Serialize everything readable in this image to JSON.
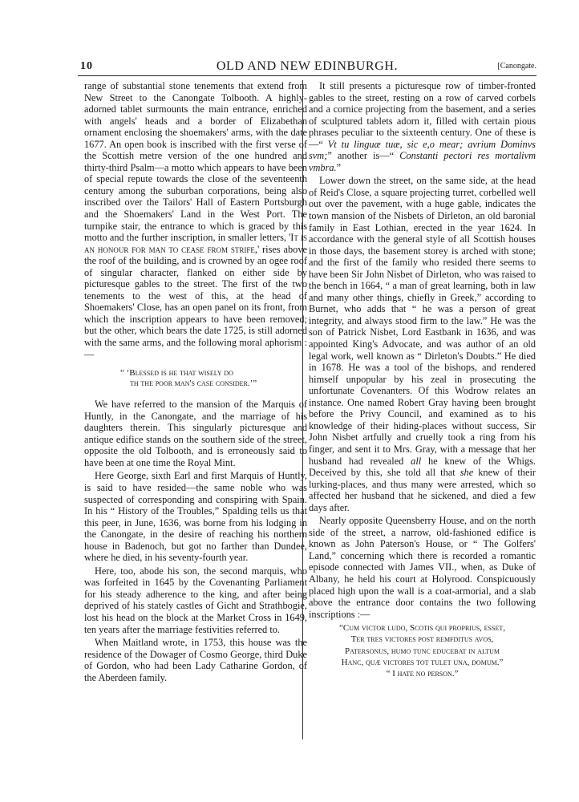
{
  "header": {
    "page_number": "10",
    "running_title": "OLD AND NEW EDINBURGH.",
    "section": "[Canongate."
  },
  "left_column": {
    "p1": "range of substantial stone tenements that extend from New Street to the Canongate Tolbooth. A highly-adorned tablet surmounts the main entrance, enriched with angels' heads and a border of Elizabethan ornament enclosing the shoemakers' arms, with the date 1677. An open book is inscribed with the first verse of the Scottish metre version of the one hundred and thirty-third Psalm—a motto which appears to have been of special repute towards the close of the seventeenth century among the suburban corporations, being also inscribed over the Tailors' Hall of Eastern Portsburgh and the Shoemakers' Land in the West Port. The turnpike stair, the entrance to which is graced by this motto and the further inscription, in smaller letters,",
    "p1_inscription": "'It is an honour for man to cease from strife,'",
    "p1_end": " rises above the roof of the building, and is crowned by an ogee roof of singular character, flanked on either side by picturesque gables to the street. The first of the two tenements to the west of this, at the head of Shoemakers' Close, has an open panel on its front, from which the inscription appears to have been removed; but the other, which bears the date 1725, is still adorned with the same arms, and the following moral aphorism :—",
    "aphorism": [
      "“ ‘Blessed is he that wisely do",
      "th the poor man's case consider.’”"
    ],
    "p2": "We have referred to the mansion of the Marquis of Huntly, in the Canongate, and the marriage of his daughters therein. This singularly picturesque and antique edifice stands on the southern side of the street, opposite the old Tolbooth, and is erroneously said to have been at one time the Royal Mint.",
    "p3": "Here George, sixth Earl and first Marquis of Huntly, is said to have resided—the same noble who was suspected of corresponding and conspiring with Spain. In his “ History of the Troubles,” Spalding tells us that this peer, in June, 1636, was borne from his lodging in the Canongate, in the desire of reaching his northern house in Badenoch, but got no farther than Dundee, where he died, in his seventy-fourth year.",
    "p4": "Here, too, abode his son, the second marquis, who was forfeited in 1645 by the Covenanting Parliament for his steady adherence to the king, and after being deprived of his stately castles of Gicht and Strathbogie, lost his head on the block at the Market Cross in 1649, ten years after the marriage festivities referred to.",
    "p5": "When Maitland wrote, in 1753, this house was the residence of the Dowager of Cosmo George, third Duke of Gordon, who had been Lady Catharine Gordon, of the Aberdeen family."
  },
  "right_column": {
    "p1_start": "It still presents a picturesque row of timber-fronted gables to the street, resting on a row of carved corbels and a cornice projecting from the basement, and a series of sculptured tablets adorn it, filled with certain pious phrases peculiar to the sixteenth century. One of these is—“ ",
    "p1_latin1": "Vt tu linguæ tuæ, sic e,o mear; avrium Dominvs svm;",
    "p1_mid": "” another is—“ ",
    "p1_latin2": "Constanti pectori res mortalivm vmbra.",
    "p1_end": "”",
    "p2": "Lower down the street, on the same side, at the head of Reid's Close, a square projecting turret, corbelled well out over the pavement, with a huge gable, indicates the town mansion of the Nisbets of Dirleton, an old baronial family in East Lothian, erected in the year 1624. In accordance with the general style of all Scottish houses in those days, the basement storey is arched with stone; and the first of the family who resided there seems to have been Sir John Nisbet of Dirleton, who was raised to the bench in 1664, “ a man of great learning, both in law and many other things, chiefly in Greek,” according to Burnet, who adds that “ he was a person of great integrity, and always stood firm to the law.” He was the son of Patrick Nisbet, Lord Eastbank in 1636, and was appointed King's Advocate, and was author of an old legal work, well known as “ Dirleton's Doubts.” He died in 1678. He was a tool of the bishops, and rendered himself unpopular by his zeal in prosecuting the unfortunate Covenanters. Of this Wodrow relates an instance. One named Robert Gray having been brought before the Privy Council, and examined as to his knowledge of their hiding-places without success, Sir John Nisbet artfully and cruelly took a ring from his finger, and sent it to Mrs. Gray, with a message that her husband had revealed ",
    "p2_em1": "all",
    "p2_mid": " he knew of the Whigs. Deceived by this, she told all that ",
    "p2_em2": "she",
    "p2_end": " knew of their lurking-places, and thus many were arrested, which so affected her husband that he sickened, and died a few days after.",
    "p3": "Nearly opposite Queensberry House, and on the north side of the street, a narrow, old-fashioned edifice is known as John Paterson's House, or “ The Golfers' Land,” concerning which there is recorded a romantic episode connected with James VII., when, as Duke of Albany, he held his court at Holyrood. Conspicuously placed high upon the wall is a coat-armorial, and a slab above the entrance door contains the two following inscriptions :—",
    "inscriptions": [
      "“Cum victor ludo, Scotis qui proprius, esset,",
      "Ter tres victores post remfditus avos,",
      "Patersonus, humo tunc educebat in altum",
      "Hanc, quæ victores tot tulet una, domum.”",
      "“ I hate no person.”"
    ]
  }
}
